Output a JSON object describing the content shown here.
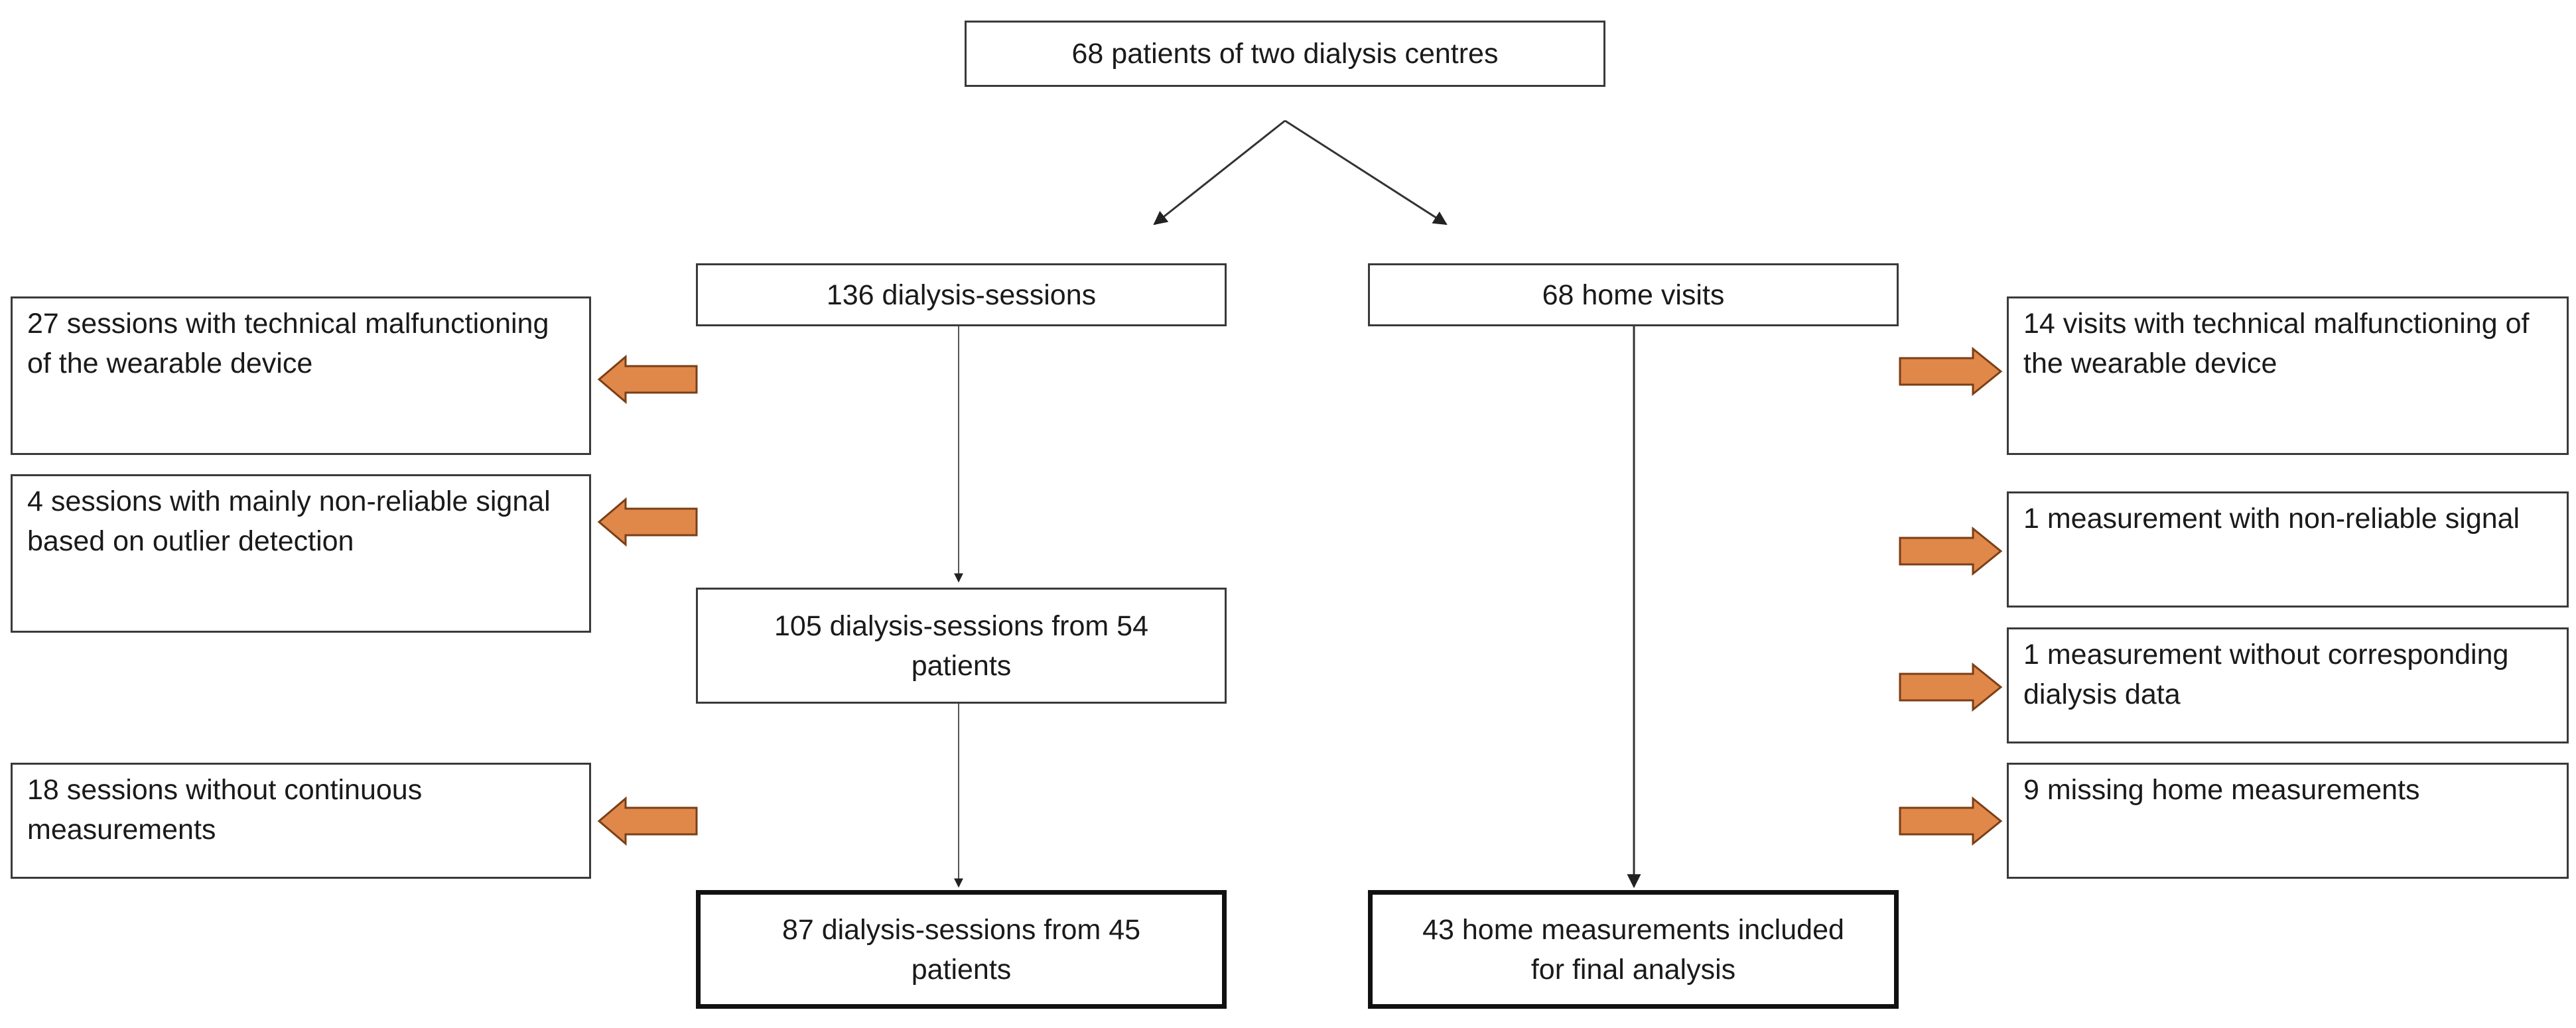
{
  "flowchart": {
    "root": {
      "text": "68 patients of two dialysis centres"
    },
    "left_branch": {
      "start": {
        "text": "136 dialysis-sessions"
      },
      "middle": {
        "text": "105 dialysis-sessions from 54 patients"
      },
      "final": {
        "text": "87 dialysis-sessions from 45 patients"
      },
      "exclusions": [
        {
          "text": "27 sessions with technical malfunctioning of the wearable device"
        },
        {
          "text": "4 sessions with mainly non-reliable signal based on outlier detection"
        },
        {
          "text": "18 sessions without continuous measurements"
        }
      ]
    },
    "right_branch": {
      "start": {
        "text": "68 home visits"
      },
      "final": {
        "text": "43 home measurements included for final analysis"
      },
      "exclusions": [
        {
          "text": "14 visits with technical malfunctioning of the wearable device"
        },
        {
          "text": "1 measurement with non-reliable signal"
        },
        {
          "text": "1 measurement without corresponding dialysis data"
        },
        {
          "text": "9 missing home measurements"
        }
      ]
    }
  },
  "colors": {
    "exclusion_arrow_fill": "#e0874a",
    "exclusion_arrow_stroke": "#7a3f16",
    "connector": "#333333"
  }
}
